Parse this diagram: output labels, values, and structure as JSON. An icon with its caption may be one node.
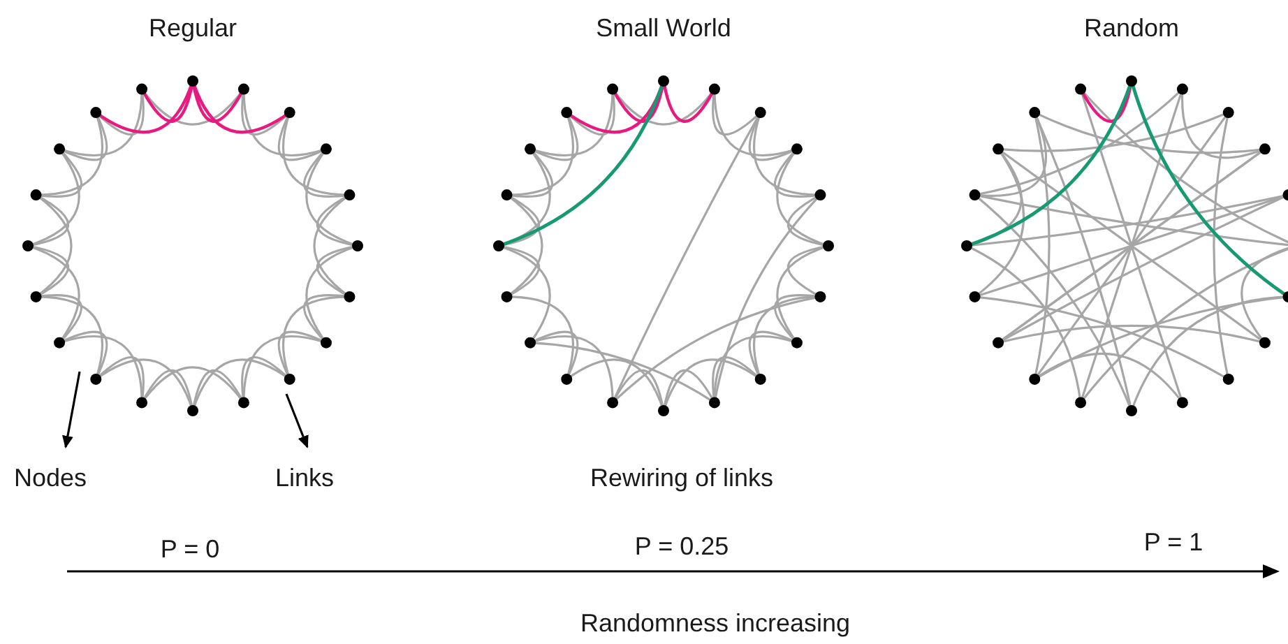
{
  "diagram": {
    "nodes": [
      {
        "text": [
          "Regular"
        ]
      },
      {
        "text": [
          "Small World"
        ]
      },
      {
        "text": [
          "Random"
        ]
      },
      {
        "text": [
          "Nodes"
        ]
      },
      {
        "text": [
          "Links"
        ]
      }
    ],
    "edges": [
      {
        "from": 0,
        "to": 3,
        "arrow": "to"
      },
      {
        "from": 0,
        "to": 4,
        "arrow": "to"
      }
    ],
    "labels": [
      "Rewiring of links",
      "P = 0",
      "P = 0.25",
      "P = 1",
      "Randomness increasing"
    ]
  }
}
